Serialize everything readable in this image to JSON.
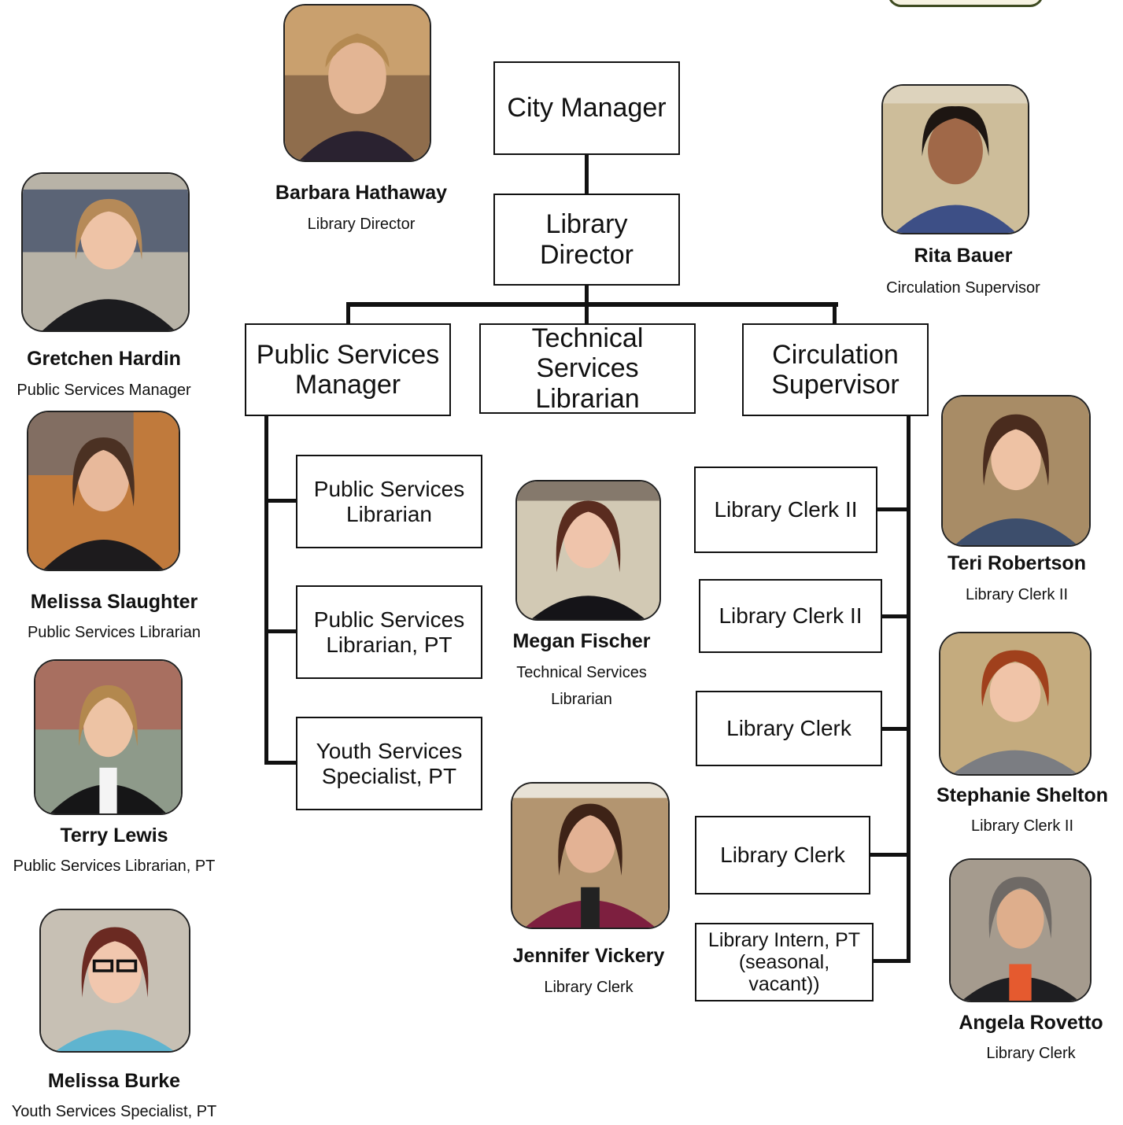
{
  "org_chart": {
    "city_manager": "City Manager",
    "library_director": "Library\nDirector",
    "public_services_manager": "Public Services\nManager",
    "technical_services_librarian": "Technical\nServices Librarian",
    "circulation_supervisor": "Circulation\nSupervisor",
    "public_services_librarian": "Public Services\nLibrarian",
    "public_services_librarian_pt": "Public Services\nLibrarian, PT",
    "youth_services_specialist_pt": "Youth Services\nSpecialist, PT",
    "library_clerk_ii_1": "Library Clerk II",
    "library_clerk_ii_2": "Library Clerk II",
    "library_clerk_1": "Library Clerk",
    "library_clerk_2": "Library Clerk",
    "library_intern": "Library Intern, PT\n(seasonal,\nvacant))"
  },
  "staff": [
    {
      "name": "Barbara Hathaway",
      "title": "Library Director"
    },
    {
      "name": "Rita Bauer",
      "title": "Circulation Supervisor"
    },
    {
      "name": "Gretchen Hardin",
      "title": "Public Services Manager"
    },
    {
      "name": "Melissa Slaughter",
      "title": "Public Services Librarian"
    },
    {
      "name": "Terry Lewis",
      "title": "Public Services Librarian, PT"
    },
    {
      "name": "Melissa Burke",
      "title": "Youth Services Specialist, PT"
    },
    {
      "name": "Megan Fischer",
      "title": "Technical Services\nLibrarian"
    },
    {
      "name": "Jennifer Vickery",
      "title": "Library Clerk"
    },
    {
      "name": "Teri Robertson",
      "title": "Library Clerk II"
    },
    {
      "name": "Stephanie Shelton",
      "title": "Library Clerk II"
    },
    {
      "name": "Angela Rovetto",
      "title": "Library Clerk"
    }
  ],
  "colors": {
    "line": "#111111",
    "box_border": "#111111",
    "logo_border": "#3e4a20"
  },
  "icons": [
    "staff-photo-icon",
    "library-logo-icon"
  ]
}
